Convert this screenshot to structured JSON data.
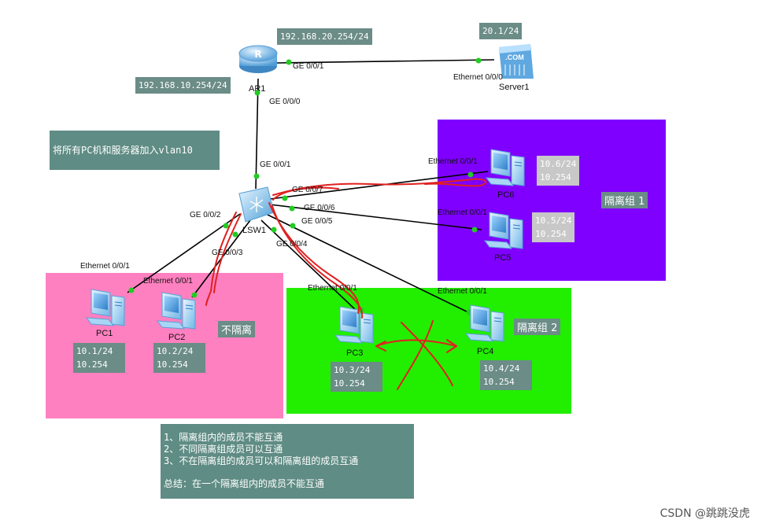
{
  "zones": {
    "isolate1": {
      "tag": "隔离组 1",
      "color": "#7f00ff"
    },
    "isolate2": {
      "tag": "隔离组 2",
      "color": "#22ee00"
    },
    "noisolate": {
      "tag": "不隔离",
      "color": "#ff80c0"
    }
  },
  "notes": {
    "vlan": "将所有PC机和服务器加入vlan10",
    "summary_lines": [
      "1、隔离组内的成员不能互通",
      "2、不同隔离组成员可以互通",
      "3、不在隔离组的成员可以和隔离组的成员互通"
    ],
    "summary_conclusion": "总结：在一个隔离组内的成员不能互通"
  },
  "devices": {
    "ar1": {
      "name": "AR1",
      "ip_top": "192.168.20.254/24",
      "ip_left": "192.168.10.254/24",
      "port_down": "GE 0/0/0",
      "port_right": "GE 0/0/1"
    },
    "server1": {
      "name": "Server1",
      "ip": "20.1/24",
      "port": "Ethernet 0/0/0",
      "logo": ".COM"
    },
    "lsw1": {
      "name": "LSW1",
      "port_up": "GE 0/0/1",
      "port_pc1": "GE 0/0/2",
      "port_pc2": "GE 0/0/3",
      "port_pc3": "GE 0/0/4",
      "port_pc4": "GE 0/0/5",
      "port_pc5": "GE 0/0/6",
      "port_pc6": "GE 0/0/7"
    },
    "pc1": {
      "name": "PC1",
      "ip": "10.1/24",
      "gw": "10.254",
      "port": "Ethernet 0/0/1"
    },
    "pc2": {
      "name": "PC2",
      "ip": "10.2/24",
      "gw": "10.254",
      "port": "Ethernet 0/0/1"
    },
    "pc3": {
      "name": "PC3",
      "ip": "10.3/24",
      "gw": "10.254",
      "port": "Ethernet 0/0/1"
    },
    "pc4": {
      "name": "PC4",
      "ip": "10.4/24",
      "gw": "10.254",
      "port": "Ethernet 0/0/1"
    },
    "pc5": {
      "name": "PC5",
      "ip": "10.5/24",
      "gw": "10.254",
      "port": "Ethernet 0/0/1"
    },
    "pc6": {
      "name": "PC6",
      "ip": "10.6/24",
      "gw": "10.254",
      "port": "Ethernet 0/0/1"
    }
  },
  "watermark": "CSDN @跳跳没虎"
}
